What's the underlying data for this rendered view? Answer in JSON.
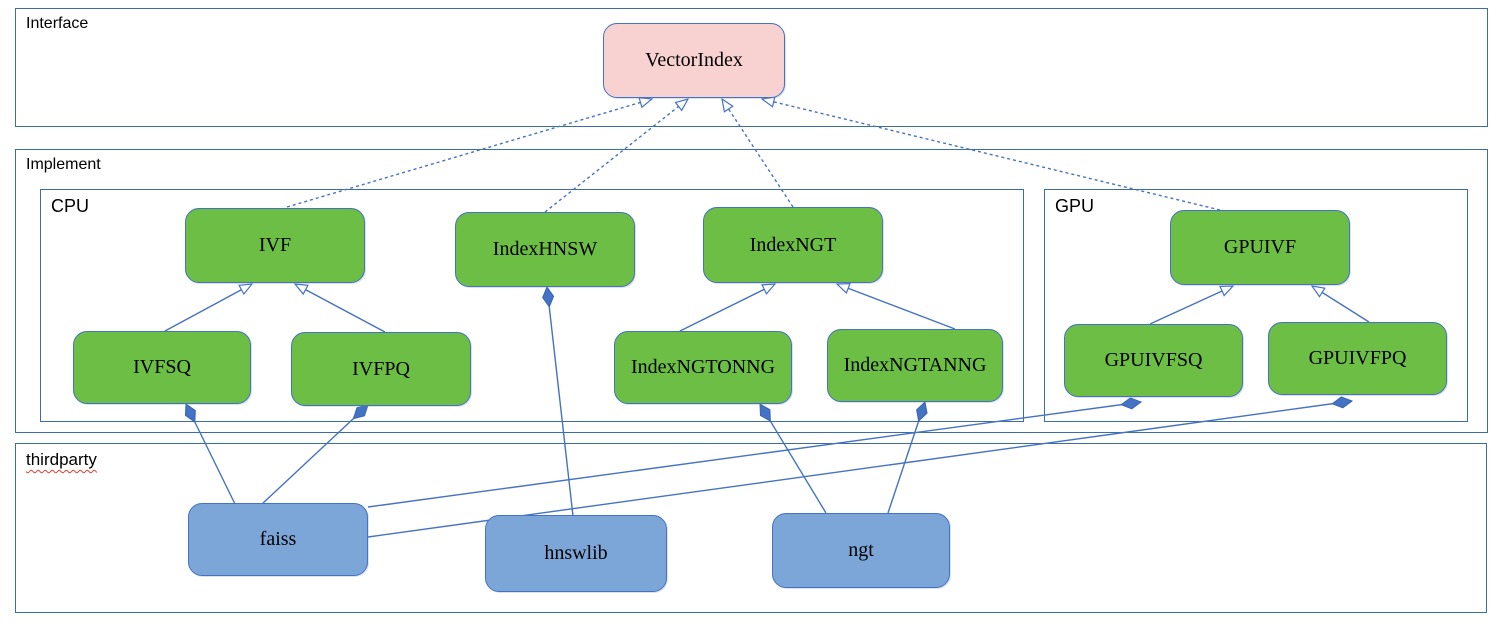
{
  "containers": {
    "interface": {
      "label": "Interface"
    },
    "implement": {
      "label": "Implement"
    },
    "cpu": {
      "label": "CPU"
    },
    "gpu": {
      "label": "GPU"
    },
    "thirdparty": {
      "label": "thirdparty"
    }
  },
  "nodes": {
    "vectorindex": {
      "label": "VectorIndex",
      "type": "interface"
    },
    "ivf": {
      "label": "IVF",
      "type": "implementation"
    },
    "indexhnsw": {
      "label": "IndexHNSW",
      "type": "implementation"
    },
    "indexngt": {
      "label": "IndexNGT",
      "type": "implementation"
    },
    "ivfsq": {
      "label": "IVFSQ",
      "type": "implementation"
    },
    "ivfpq": {
      "label": "IVFPQ",
      "type": "implementation"
    },
    "indexngtonng": {
      "label": "IndexNGTONNG",
      "type": "implementation"
    },
    "indexngtanng": {
      "label": "IndexNGTANNG",
      "type": "implementation"
    },
    "gpuivf": {
      "label": "GPUIVF",
      "type": "implementation"
    },
    "gpuivfsq": {
      "label": "GPUIVFSQ",
      "type": "implementation"
    },
    "gpuivfpq": {
      "label": "GPUIVFPQ",
      "type": "implementation"
    },
    "faiss": {
      "label": "faiss",
      "type": "thirdparty"
    },
    "hnswlib": {
      "label": "hnswlib",
      "type": "thirdparty"
    },
    "ngt": {
      "label": "ngt",
      "type": "thirdparty"
    }
  },
  "edges": [
    {
      "from": "IVF",
      "to": "VectorIndex",
      "type": "realization"
    },
    {
      "from": "IndexHNSW",
      "to": "VectorIndex",
      "type": "realization"
    },
    {
      "from": "IndexNGT",
      "to": "VectorIndex",
      "type": "realization"
    },
    {
      "from": "GPUIVF",
      "to": "VectorIndex",
      "type": "realization"
    },
    {
      "from": "IVFSQ",
      "to": "IVF",
      "type": "inheritance"
    },
    {
      "from": "IVFPQ",
      "to": "IVF",
      "type": "inheritance"
    },
    {
      "from": "IndexNGTONNG",
      "to": "IndexNGT",
      "type": "inheritance"
    },
    {
      "from": "IndexNGTANNG",
      "to": "IndexNGT",
      "type": "inheritance"
    },
    {
      "from": "GPUIVFSQ",
      "to": "GPUIVF",
      "type": "inheritance"
    },
    {
      "from": "GPUIVFPQ",
      "to": "GPUIVF",
      "type": "inheritance"
    },
    {
      "from": "faiss",
      "to": "IVFSQ",
      "type": "composition"
    },
    {
      "from": "faiss",
      "to": "IVFPQ",
      "type": "composition"
    },
    {
      "from": "faiss",
      "to": "GPUIVFSQ",
      "type": "composition"
    },
    {
      "from": "faiss",
      "to": "GPUIVFPQ",
      "type": "composition"
    },
    {
      "from": "hnswlib",
      "to": "IndexHNSW",
      "type": "composition"
    },
    {
      "from": "ngt",
      "to": "IndexNGTONNG",
      "type": "composition"
    },
    {
      "from": "ngt",
      "to": "IndexNGTANNG",
      "type": "composition"
    }
  ],
  "colors": {
    "interface_fill": "#f8d2d0",
    "implementation_fill": "#6cbe45",
    "thirdparty_fill": "#7da6d8",
    "node_border": "#4472c4",
    "edge_stroke": "#4472c4",
    "container_border": "#3d6da6",
    "spellcheck_underline": "#e03c31",
    "text": "#000000"
  }
}
